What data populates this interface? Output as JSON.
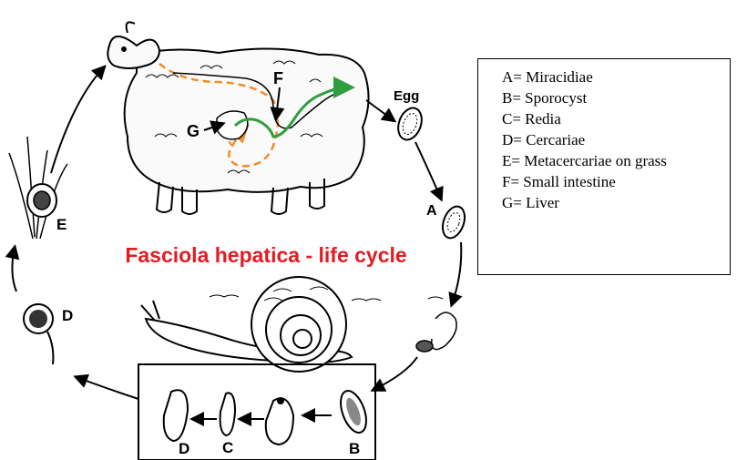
{
  "title": "Fasciola hepatica - life cycle",
  "colors": {
    "title": "#e31b23",
    "orange_path": "#f28c28",
    "green_path": "#2e9e3e",
    "ink": "#000000"
  },
  "stage_labels": {
    "egg": "Egg",
    "a": "A",
    "b": "B",
    "c": "C",
    "d_box": "D",
    "d": "D",
    "e": "E",
    "f": "F",
    "g": "G"
  },
  "legend": {
    "items": [
      "A= Miracidiae",
      "B= Sporocyst",
      "C= Redia",
      "D= Cercariae",
      "E= Metacercariae on grass",
      "F= Small intestine",
      "G= Liver"
    ]
  }
}
